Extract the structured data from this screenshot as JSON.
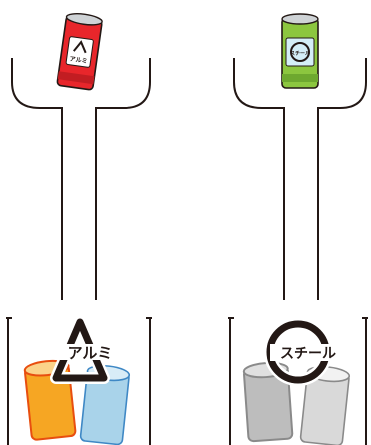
{
  "bins": [
    {
      "material": "aluminum",
      "mark_text": "アルミ",
      "can_colors": {
        "body": "#e8262b",
        "top": "#cfd3d6",
        "label_bg": "#ffffff"
      },
      "bin_can_colors": [
        "#f6a623",
        "#a9d3ea"
      ]
    },
    {
      "material": "steel",
      "mark_text": "スチール",
      "can_colors": {
        "body": "#8cc63f",
        "top": "#cfd3d6",
        "label_bg": "#d4eef7"
      },
      "bin_can_colors": [
        "#bdbdbd",
        "#d9d9d9"
      ]
    }
  ],
  "colors": {
    "outline": "#231815",
    "bin_fill": "#ffffff"
  }
}
